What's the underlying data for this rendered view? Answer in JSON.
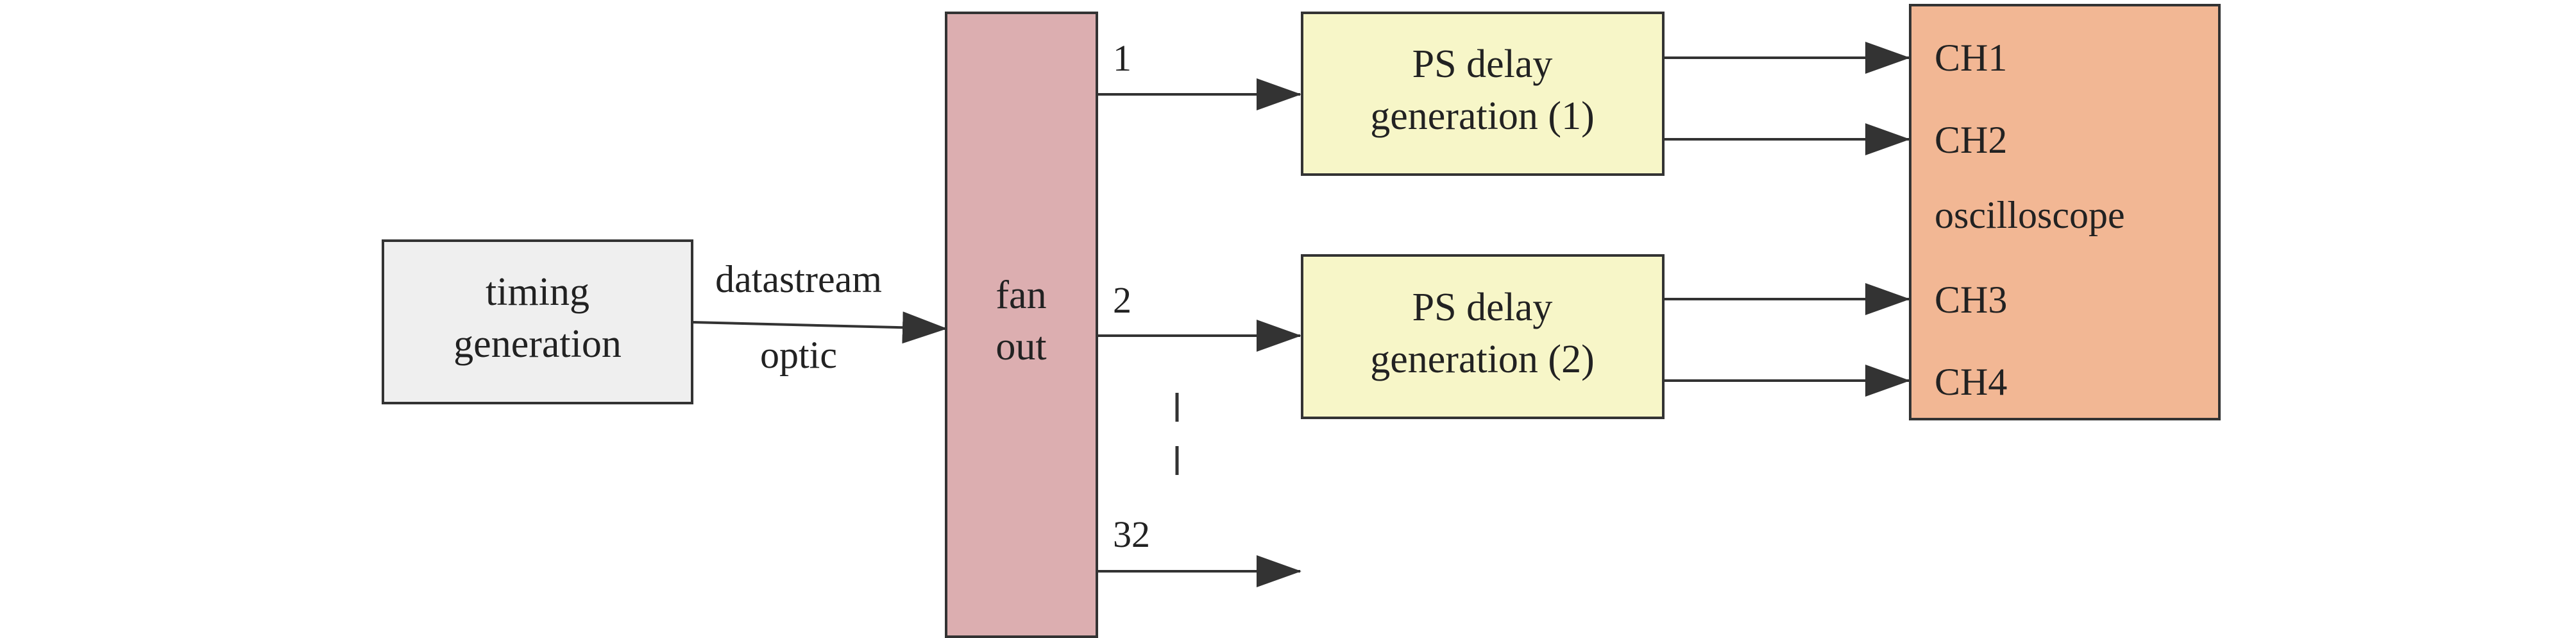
{
  "blocks": {
    "timing": {
      "line1": "timing",
      "line2": "generation",
      "fill": "#efefef"
    },
    "fanout": {
      "line1": "fan",
      "line2": "out",
      "fill": "#dcaeb0"
    },
    "ps1": {
      "line1": "PS delay",
      "line2": "generation (1)",
      "fill": "#f7f6c8"
    },
    "ps2": {
      "line1": "PS delay",
      "line2": "generation (2)",
      "fill": "#f7f6c8"
    },
    "scope": {
      "label": "oscilloscope",
      "fill": "#f2b794"
    }
  },
  "link_labels": {
    "datastream": "datastream",
    "optic": "optic"
  },
  "outputs": {
    "out1": "1",
    "out2": "2",
    "out32": "32"
  },
  "channels": {
    "ch1": "CH1",
    "ch2": "CH2",
    "ch3": "CH3",
    "ch4": "CH4"
  },
  "colors": {
    "stroke": "#333333",
    "text": "#222222"
  }
}
